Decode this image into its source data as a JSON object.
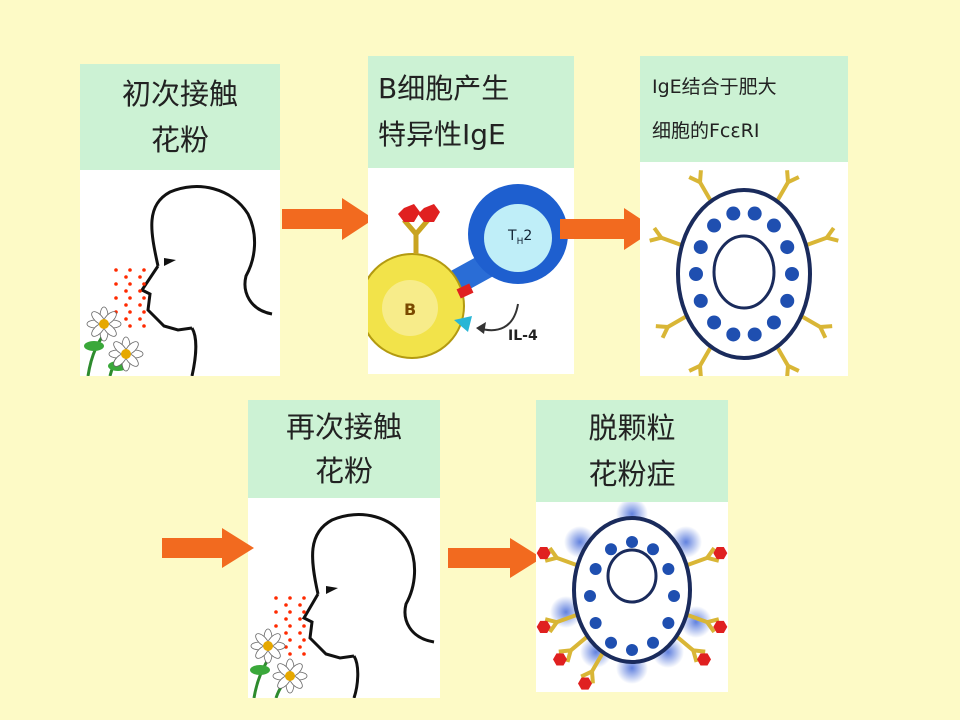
{
  "steps": [
    {
      "line1": "初次接触",
      "line2": "花粉"
    },
    {
      "line1": "B细胞产生",
      "line2": "特异性IgE"
    },
    {
      "line1": "IgE结合于肥大",
      "line2": "细胞的FcεRⅠ"
    },
    {
      "line1": "再次接触",
      "line2": "花粉"
    },
    {
      "line1": "脱颗粒",
      "line2": "花粉症"
    }
  ],
  "cell_labels": {
    "b_cell": "B",
    "th2": "T",
    "th2_sub": "H",
    "th2_num": "2",
    "il4": "IL-4"
  },
  "colors": {
    "background": "#fdfac6",
    "label_bg": "#ccf2d4",
    "arrow": "#f26a1f",
    "granule": "#1f4fb0",
    "antibody": "#e8c64a",
    "allergen": "#e02020"
  }
}
